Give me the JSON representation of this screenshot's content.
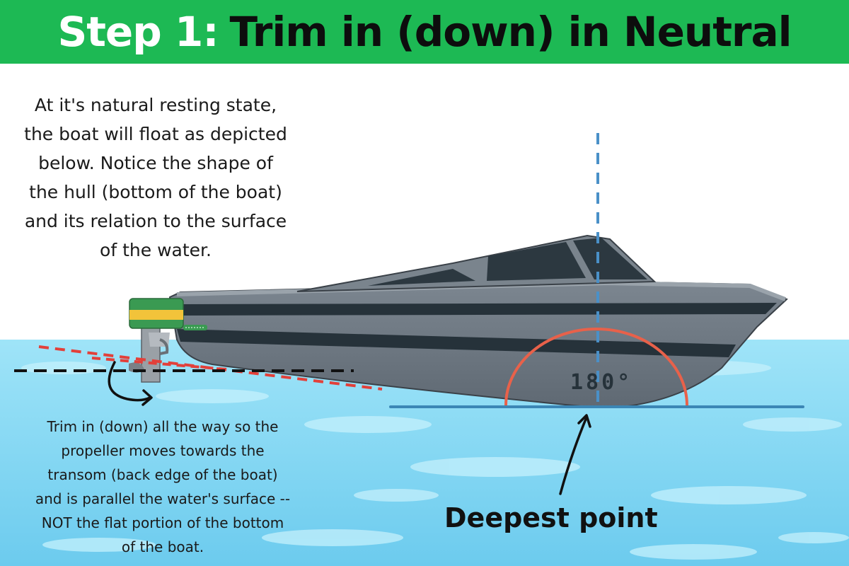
{
  "header": {
    "step_label": "Step 1:",
    "title": "Trim in (down) in Neutral"
  },
  "intro_lines": [
    "At it's natural resting state,",
    "the boat will float as depicted",
    "below.  Notice the shape of",
    "the hull (bottom of the boat)",
    "and its relation to the surface",
    "of the water."
  ],
  "instruction_lines": [
    "Trim in (down) all the way so the",
    "propeller moves towards the",
    "transom (back edge of the boat)",
    "and is parallel the water's surface --",
    "NOT the flat portion of the bottom",
    "of the boat."
  ],
  "angle_label": "180°",
  "deepest_label": "Deepest point",
  "colors": {
    "banner": "#1db954",
    "water": "#7fd6f2",
    "hull": "#6f7983",
    "stripe": "#26323a",
    "engine_green": "#3a9a52",
    "engine_yellow": "#f2c33a",
    "red_dash": "#e2403a",
    "blue_dash": "#4a90c8",
    "arc": "#e8614a"
  }
}
